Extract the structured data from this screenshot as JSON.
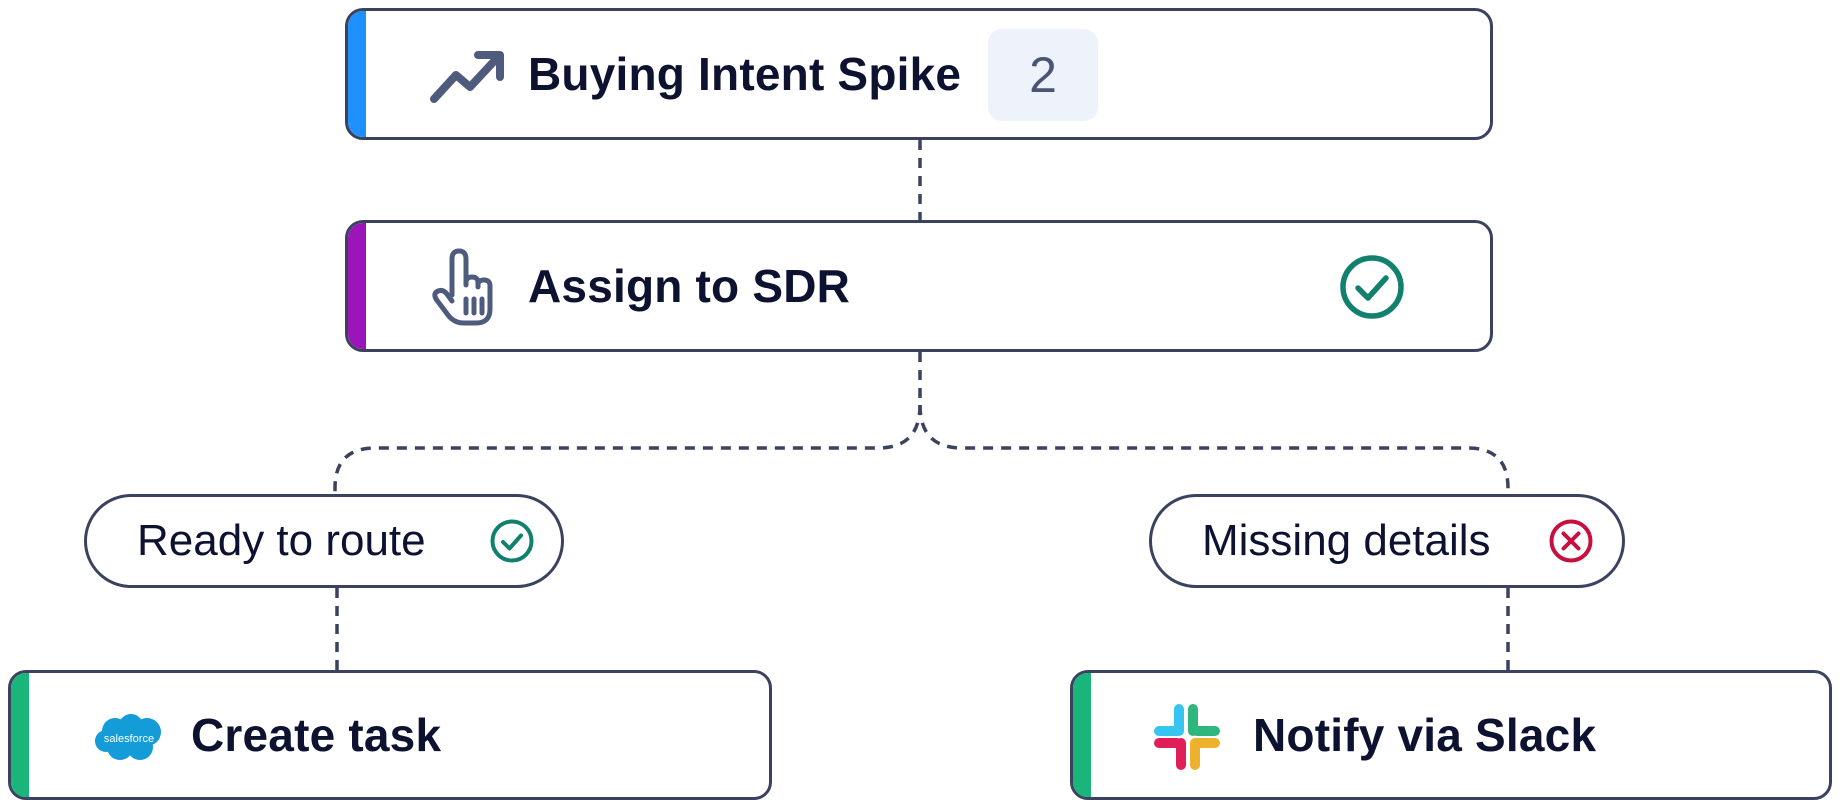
{
  "colors": {
    "border": "#3b4260",
    "text": "#0d1230",
    "connector": "#3b4260",
    "trigger_accent": "#1e90ff",
    "action_accent": "#9b16b8",
    "integration_accent": "#19b57a",
    "success": "#12806e",
    "error": "#c8103e",
    "badge_bg": "#eef2fb",
    "badge_text": "#4a5676"
  },
  "nodes": {
    "trigger": {
      "title": "Buying Intent Spike",
      "badge": "2",
      "icon": "trending-up-icon"
    },
    "action": {
      "title": "Assign to SDR",
      "icon": "hand-pointer-icon",
      "status_icon": "check-circle-icon"
    },
    "branches": [
      {
        "label": "Ready to route",
        "status_icon": "check-circle-icon"
      },
      {
        "label": "Missing details",
        "status_icon": "x-circle-icon"
      }
    ],
    "outcomes": [
      {
        "title": "Create task",
        "icon": "salesforce-logo-icon",
        "logo_text": "salesforce"
      },
      {
        "title": "Notify via Slack",
        "icon": "slack-logo-icon"
      }
    ]
  }
}
